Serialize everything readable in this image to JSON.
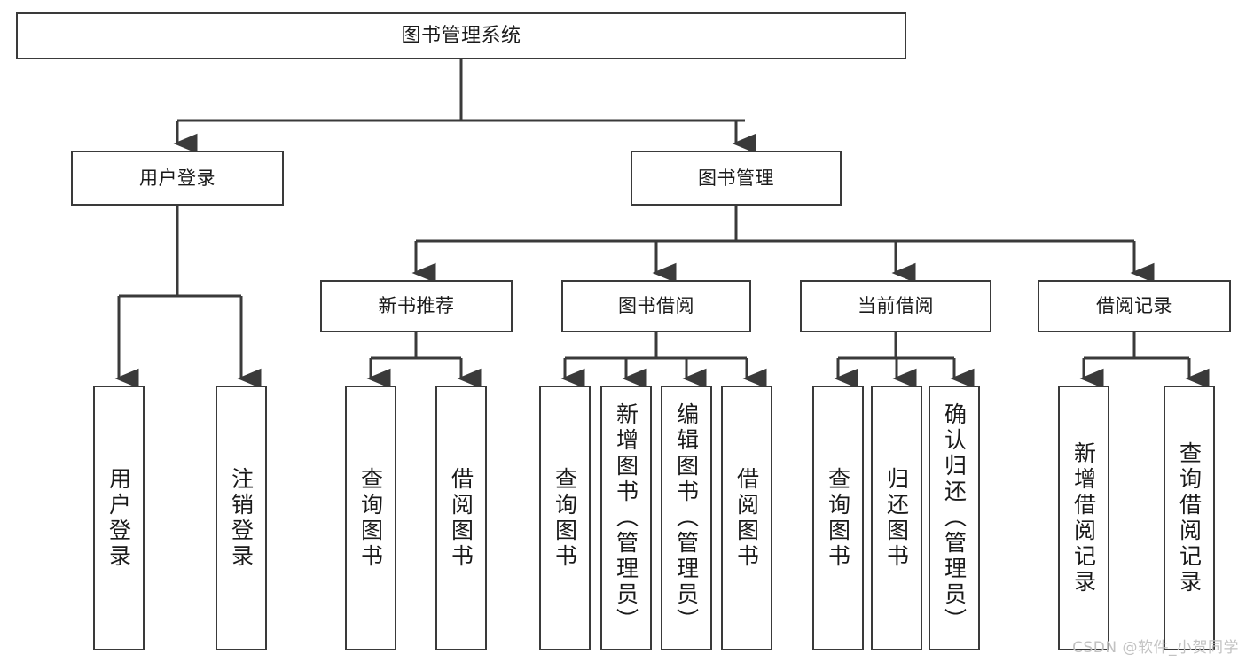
{
  "diagram": {
    "title": "图书管理系统",
    "watermark": "CSDN @软件_小贺同学",
    "colors": {
      "background": "#ffffff",
      "stroke": "#3a3a3a",
      "text": "#1a1a1a",
      "watermark": "#c2c2c2"
    }
  },
  "nodes": {
    "root": {
      "label": "图书管理系统"
    },
    "level2": [
      {
        "label": "用户登录"
      },
      {
        "label": "图书管理"
      }
    ],
    "level3": [
      {
        "label": "新书推荐"
      },
      {
        "label": "图书借阅"
      },
      {
        "label": "当前借阅"
      },
      {
        "label": "借阅记录"
      }
    ],
    "leaves": {
      "user_login": [
        {
          "label": "用户登录"
        },
        {
          "label": "注销登录"
        }
      ],
      "new_book": [
        {
          "label": "查询图书"
        },
        {
          "label": "借阅图书"
        }
      ],
      "book_borrow": [
        {
          "label": "查询图书"
        },
        {
          "label": "新增图书（管理员）"
        },
        {
          "label": "编辑图书（管理员）"
        },
        {
          "label": "借阅图书"
        }
      ],
      "current_borrow": [
        {
          "label": "查询图书"
        },
        {
          "label": "归还图书"
        },
        {
          "label": "确认归还（管理员）"
        }
      ],
      "borrow_record": [
        {
          "label": "新增借阅记录"
        },
        {
          "label": "查询借阅记录"
        }
      ]
    }
  }
}
